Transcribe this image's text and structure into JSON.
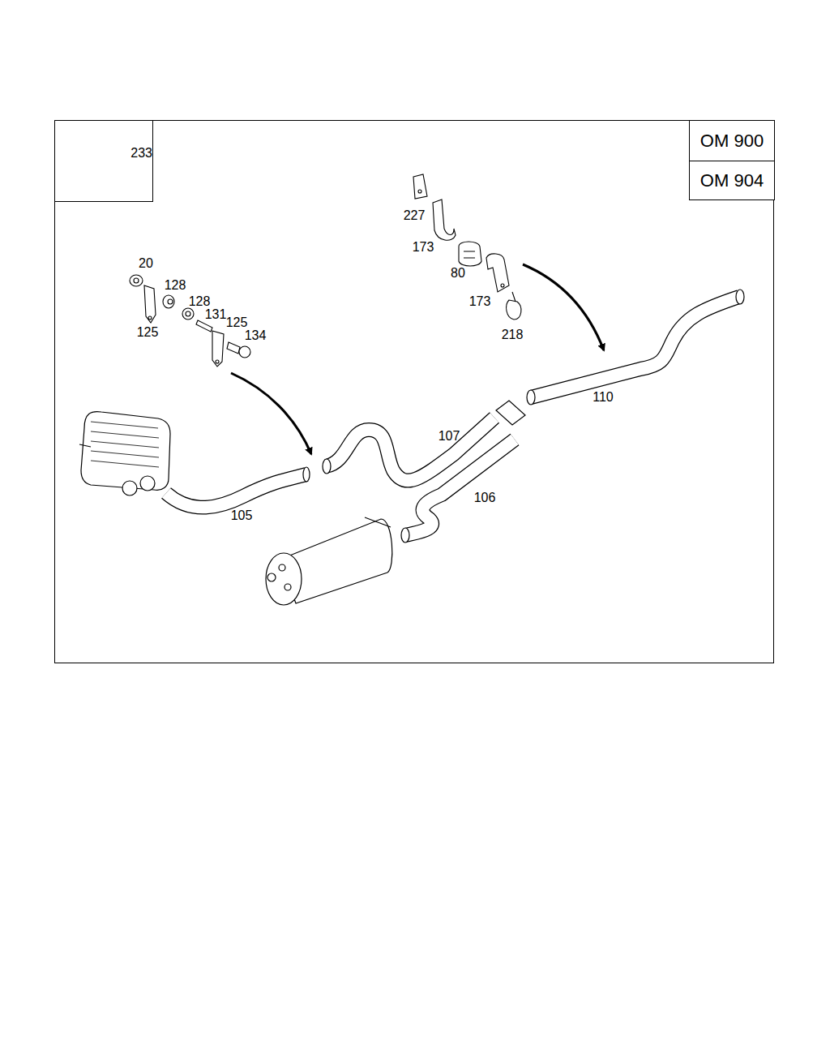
{
  "diagram": {
    "nodes": [
      {
        "text": [
          "233"
        ]
      },
      {
        "text": [
          "OM 900"
        ]
      },
      {
        "text": [
          "OM 904"
        ]
      }
    ],
    "labels": [
      "20",
      "128",
      "128",
      "131",
      "125",
      "134",
      "125",
      "227",
      "173",
      "80",
      "173",
      "218",
      "110",
      "107",
      "106",
      "105"
    ]
  }
}
